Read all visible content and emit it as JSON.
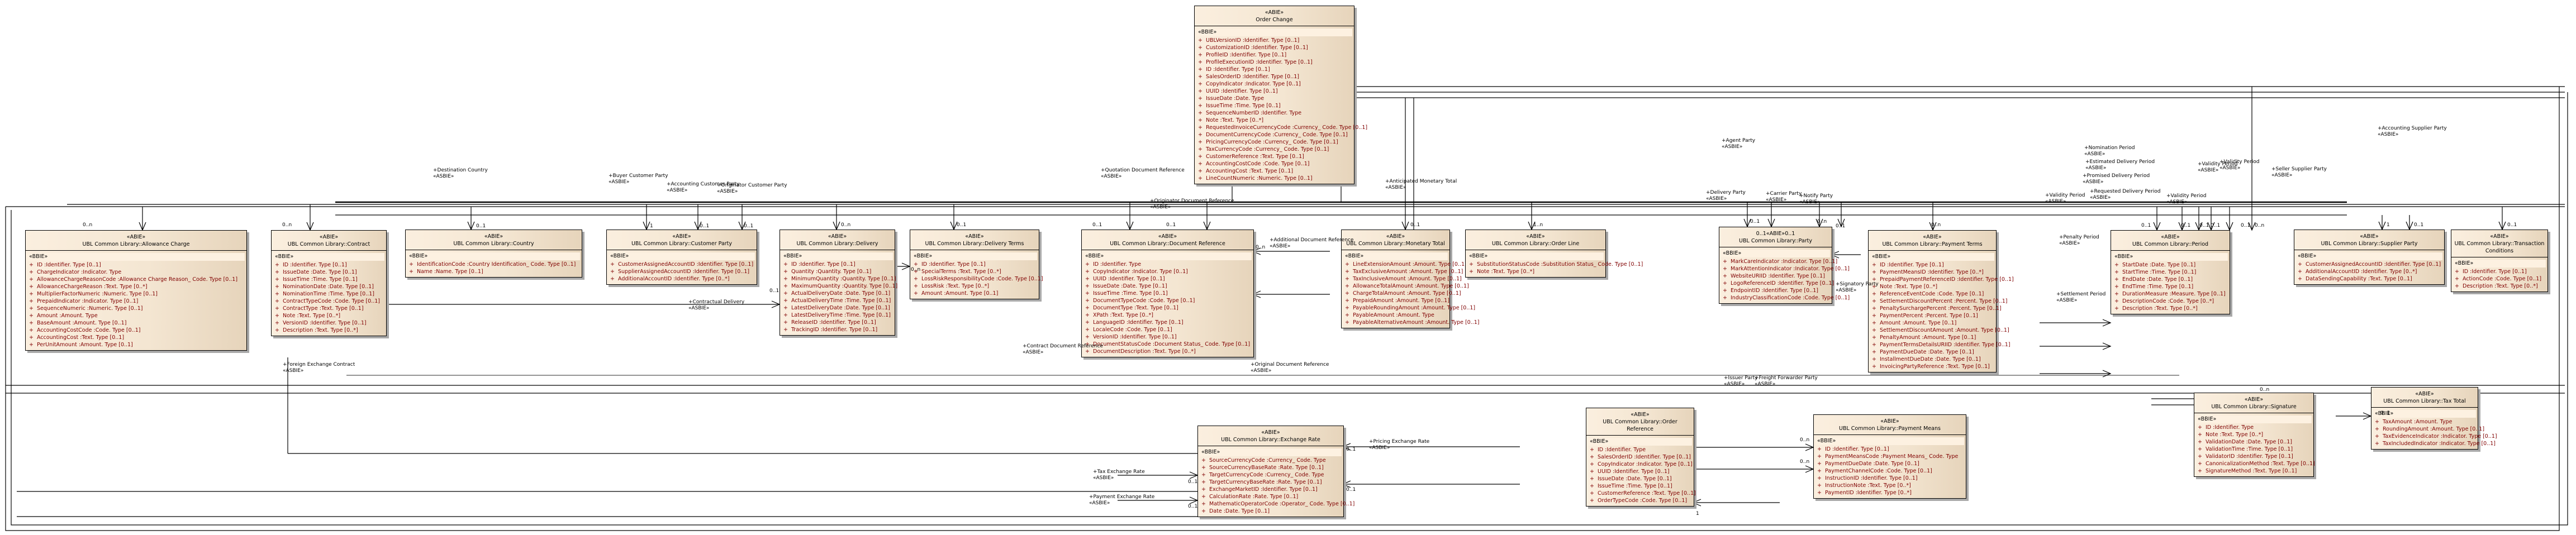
{
  "diagram": {
    "classes": [
      {
        "id": "order-change",
        "stereotype": "«ABIE»",
        "name": "Order Change",
        "attr_stereotype": "«BBIE»",
        "attributes": [
          "UBLVersionID :Identifier. Type [0..1]",
          "CustomizationID :Identifier. Type [0..1]",
          "ProfileID :Identifier. Type [0..1]",
          "ProfileExecutionID :Identifier. Type [0..1]",
          "ID :Identifier. Type [0..1]",
          "SalesOrderID :Identifier. Type [0..1]",
          "CopyIndicator :Indicator. Type [0..1]",
          "UUID :Identifier. Type [0..1]",
          "IssueDate :Date. Type",
          "IssueTime :Time. Type [0..1]",
          "SequenceNumberID :Identifier. Type",
          "Note :Text. Type [0..*]",
          "RequestedInvoiceCurrencyCode :Currency_ Code. Type [0..1]",
          "DocumentCurrencyCode :Currency_ Code. Type [0..1]",
          "PricingCurrencyCode :Currency_ Code. Type [0..1]",
          "TaxCurrencyCode :Currency_ Code. Type [0..1]",
          "CustomerReference :Text. Type [0..1]",
          "AccountingCostCode :Code. Type [0..1]",
          "AccountingCost :Text. Type [0..1]",
          "LineCountNumeric :Numeric. Type [0..1]"
        ]
      },
      {
        "id": "allowance-charge",
        "stereotype": "«ABIE»",
        "name": "UBL Common Library::Allowance Charge",
        "attr_stereotype": "«BBIE»",
        "attributes": [
          "ID :Identifier. Type [0..1]",
          "ChargeIndicator :Indicator. Type",
          "AllowanceChargeReasonCode :Allowance Charge Reason_ Code. Type [0..1]",
          "AllowanceChargeReason :Text. Type [0..*]",
          "MultiplierFactorNumeric :Numeric. Type [0..1]",
          "PrepaidIndicator :Indicator. Type [0..1]",
          "SequenceNumeric :Numeric. Type [0..1]",
          "Amount :Amount. Type",
          "BaseAmount :Amount. Type [0..1]",
          "AccountingCostCode :Code. Type [0..1]",
          "AccountingCost :Text. Type [0..1]",
          "PerUnitAmount :Amount. Type [0..1]"
        ]
      },
      {
        "id": "contract",
        "stereotype": "«ABIE»",
        "name": "UBL Common Library::Contract",
        "attr_stereotype": "«BBIE»",
        "attributes": [
          "ID :Identifier. Type [0..1]",
          "IssueDate :Date. Type [0..1]",
          "IssueTime :Time. Type [0..1]",
          "NominationDate :Date. Type [0..1]",
          "NominationTime :Time. Type [0..1]",
          "ContractTypeCode :Code. Type [0..1]",
          "ContractType :Text. Type [0..1]",
          "Note :Text. Type [0..*]",
          "VersionID :Identifier. Type [0..1]",
          "Description :Text. Type [0..*]"
        ]
      },
      {
        "id": "country",
        "stereotype": "«ABIE»",
        "name": "UBL Common Library::Country",
        "attr_stereotype": "«BBIE»",
        "attributes": [
          "IdentificationCode :Country Identification_ Code. Type [0..1]",
          "Name :Name. Type [0..1]"
        ]
      },
      {
        "id": "customer-party",
        "stereotype": "«ABIE»",
        "name": "UBL Common Library::Customer Party",
        "attr_stereotype": "«BBIE»",
        "attributes": [
          "CustomerAssignedAccountID :Identifier. Type [0..1]",
          "SupplierAssignedAccountID :Identifier. Type [0..1]",
          "AdditionalAccountID :Identifier. Type [0..*]"
        ]
      },
      {
        "id": "delivery",
        "stereotype": "«ABIE»",
        "name": "UBL Common Library::Delivery",
        "attr_stereotype": "«BBIE»",
        "attributes": [
          "ID :Identifier. Type [0..1]",
          "Quantity :Quantity. Type [0..1]",
          "MinimumQuantity :Quantity. Type [0..1]",
          "MaximumQuantity :Quantity. Type [0..1]",
          "ActualDeliveryDate :Date. Type [0..1]",
          "ActualDeliveryTime :Time. Type [0..1]",
          "LatestDeliveryDate :Date. Type [0..1]",
          "LatestDeliveryTime :Time. Type [0..1]",
          "ReleaseID :Identifier. Type [0..1]",
          "TrackingID :Identifier. Type [0..1]"
        ]
      },
      {
        "id": "delivery-terms",
        "stereotype": "«ABIE»",
        "name": "UBL Common Library::Delivery Terms",
        "attr_stereotype": "«BBIE»",
        "attributes": [
          "ID :Identifier. Type [0..1]",
          "SpecialTerms :Text. Type [0..*]",
          "LossRiskResponsibilityCode :Code. Type [0..1]",
          "LossRisk :Text. Type [0..*]",
          "Amount :Amount. Type [0..1]"
        ]
      },
      {
        "id": "document-reference",
        "stereotype": "«ABIE»",
        "name": "UBL Common Library::Document Reference",
        "attr_stereotype": "«BBIE»",
        "attributes": [
          "ID :Identifier. Type",
          "CopyIndicator :Indicator. Type [0..1]",
          "UUID :Identifier. Type [0..1]",
          "IssueDate :Date. Type [0..1]",
          "IssueTime :Time. Type [0..1]",
          "DocumentTypeCode :Code. Type [0..1]",
          "DocumentType :Text. Type [0..1]",
          "XPath :Text. Type [0..*]",
          "LanguageID :Identifier. Type [0..1]",
          "LocaleCode :Code. Type [0..1]",
          "VersionID :Identifier. Type [0..1]",
          "DocumentStatusCode :Document Status_ Code. Type [0..1]",
          "DocumentDescription :Text. Type [0..*]"
        ]
      },
      {
        "id": "monetary-total",
        "stereotype": "«ABIE»",
        "name": "UBL Common Library::Monetary Total",
        "attr_stereotype": "«BBIE»",
        "attributes": [
          "LineExtensionAmount :Amount. Type [0..1]",
          "TaxExclusiveAmount :Amount. Type [0..1]",
          "TaxInclusiveAmount :Amount. Type [0..1]",
          "AllowanceTotalAmount :Amount. Type [0..1]",
          "ChargeTotalAmount :Amount. Type [0..1]",
          "PrepaidAmount :Amount. Type [0..1]",
          "PayableRoundingAmount :Amount. Type [0..1]",
          "PayableAmount :Amount. Type",
          "PayableAlternativeAmount :Amount. Type [0..1]"
        ]
      },
      {
        "id": "order-line",
        "stereotype": "«ABIE»",
        "name": "UBL Common Library::Order Line",
        "attr_stereotype": "«BBIE»",
        "attributes": [
          "SubstitutionStatusCode :Substitution Status_ Code. Type [0..1]",
          "Note :Text. Type [0..*]"
        ]
      },
      {
        "id": "party",
        "stereotype": "0..1«ABIE»0..1",
        "name": "UBL Common Library::Party",
        "attr_stereotype": "«BBIE»",
        "attributes": [
          "MarkCareIndicator :Indicator. Type [0..1]",
          "MarkAttentionIndicator :Indicator. Type [0..1]",
          "WebsiteURIID :Identifier. Type [0..1]",
          "LogoReferenceID :Identifier. Type [0..1]",
          "EndpointID :Identifier. Type [0..1]",
          "IndustryClassificationCode :Code. Type [0..1]"
        ]
      },
      {
        "id": "payment-terms",
        "stereotype": "«ABIE»",
        "name": "UBL Common Library::Payment Terms",
        "attr_stereotype": "«BBIE»",
        "attributes": [
          "ID :Identifier. Type [0..1]",
          "PaymentMeansID :Identifier. Type [0..*]",
          "PrepaidPaymentReferenceID :Identifier. Type [0..1]",
          "Note :Text. Type [0..*]",
          "ReferenceEventCode :Code. Type [0..1]",
          "SettlementDiscountPercent :Percent. Type [0..1]",
          "PenaltySurchargePercent :Percent. Type [0..1]",
          "PaymentPercent :Percent. Type [0..1]",
          "Amount :Amount. Type [0..1]",
          "SettlementDiscountAmount :Amount. Type [0..1]",
          "PenaltyAmount :Amount. Type [0..1]",
          "PaymentTermsDetailsURIID :Identifier. Type [0..1]",
          "PaymentDueDate :Date. Type [0..1]",
          "InstallmentDueDate :Date. Type [0..1]",
          "InvoicingPartyReference :Text. Type [0..1]"
        ]
      },
      {
        "id": "period",
        "stereotype": "«ABIE»",
        "name": "UBL Common Library::Period",
        "attr_stereotype": "«BBIE»",
        "attributes": [
          "StartDate :Date. Type [0..1]",
          "StartTime :Time. Type [0..1]",
          "EndDate :Date. Type [0..1]",
          "EndTime :Time. Type [0..1]",
          "DurationMeasure :Measure. Type [0..1]",
          "DescriptionCode :Code. Type [0..*]",
          "Description :Text. Type [0..*]"
        ]
      },
      {
        "id": "supplier-party",
        "stereotype": "«ABIE»",
        "name": "UBL Common Library::Supplier Party",
        "attr_stereotype": "«BBIE»",
        "attributes": [
          "CustomerAssignedAccountID :Identifier. Type [0..1]",
          "AdditionalAccountID :Identifier. Type [0..*]",
          "DataSendingCapability :Text. Type [0..1]"
        ]
      },
      {
        "id": "transaction-conditions",
        "stereotype": "«ABIE»",
        "name": "UBL Common Library::Transaction Conditions",
        "attr_stereotype": "«BBIE»",
        "attributes": [
          "ID :Identifier. Type [0..1]",
          "ActionCode :Code. Type [0..1]",
          "Description :Text. Type [0..*]"
        ]
      },
      {
        "id": "exchange-rate",
        "stereotype": "«ABIE»",
        "name": "UBL Common Library::Exchange Rate",
        "attr_stereotype": "«BBIE»",
        "attributes": [
          "SourceCurrencyCode :Currency_ Code. Type",
          "SourceCurrencyBaseRate :Rate. Type [0..1]",
          "TargetCurrencyCode :Currency_ Code. Type",
          "TargetCurrencyBaseRate :Rate. Type [0..1]",
          "ExchangeMarketID :Identifier. Type [0..1]",
          "CalculationRate :Rate. Type [0..1]",
          "MathematicOperatorCode :Operator_ Code. Type [0..1]",
          "Date :Date. Type [0..1]"
        ]
      },
      {
        "id": "order-reference",
        "stereotype": "«ABIE»",
        "name": "UBL Common Library::Order Reference",
        "attr_stereotype": "«BBIE»",
        "attributes": [
          "ID :Identifier. Type",
          "SalesOrderID :Identifier. Type [0..1]",
          "CopyIndicator :Indicator. Type [0..1]",
          "UUID :Identifier. Type [0..1]",
          "IssueDate :Date. Type [0..1]",
          "IssueTime :Time. Type [0..1]",
          "CustomerReference :Text. Type [0..1]",
          "OrderTypeCode :Code. Type [0..1]"
        ]
      },
      {
        "id": "payment-means",
        "stereotype": "«ABIE»",
        "name": "UBL Common Library::Payment Means",
        "attr_stereotype": "«BBIE»",
        "attributes": [
          "ID :Identifier. Type [0..1]",
          "PaymentMeansCode :Payment Means_ Code. Type",
          "PaymentDueDate :Date. Type [0..1]",
          "PaymentChannelCode :Code. Type [0..1]",
          "InstructionID :Identifier. Type [0..1]",
          "InstructionNote :Text. Type [0..*]",
          "PaymentID :Identifier. Type [0..*]"
        ]
      },
      {
        "id": "signature",
        "stereotype": "«ABIE»",
        "name": "UBL Common Library::Signature",
        "attr_stereotype": "«BBIE»",
        "attributes": [
          "ID :Identifier. Type",
          "Note :Text. Type [0..*]",
          "ValidationDate :Date. Type [0..1]",
          "ValidationTime :Time. Type [0..1]",
          "ValidatorID :Identifier. Type [0..1]",
          "CanonicalizationMethod :Text. Type [0..1]",
          "SignatureMethod :Text. Type [0..1]"
        ]
      },
      {
        "id": "tax-total",
        "stereotype": "«ABIE»",
        "name": "UBL Common Library::Tax Total",
        "attr_stereotype": "«BBIE»",
        "attributes": [
          "TaxAmount :Amount. Type",
          "RoundingAmount :Amount. Type [0..1]",
          "TaxEvidenceIndicator :Indicator. Type [0..1]",
          "TaxIncludedIndicator :Indicator. Type [0..1]"
        ]
      }
    ],
    "association_labels": [
      {
        "id": "destination-country",
        "text": "+Destination Country"
      },
      {
        "id": "buyer-customer-party",
        "text": "+Buyer Customer Party"
      },
      {
        "id": "accounting-customer-party",
        "text": "+Accounting Customer Party"
      },
      {
        "id": "originator-customer-party",
        "text": "+Originator Customer Party"
      },
      {
        "id": "quotation-document-reference",
        "text": "+Quotation Document Reference"
      },
      {
        "id": "originator-document-reference",
        "text": "+Originator Document Reference"
      },
      {
        "id": "anticipated-monetary-total",
        "text": "+Anticipated Monetary Total"
      },
      {
        "id": "additional-document-reference",
        "text": "+Additional Document Reference"
      },
      {
        "id": "contractual-delivery",
        "text": "+Contractual Delivery"
      },
      {
        "id": "contract-document-reference",
        "text": "+Contract Document Reference"
      },
      {
        "id": "original-document-reference",
        "text": "+Original Document Reference"
      },
      {
        "id": "foreign-exchange-contract",
        "text": "+Foreign Exchange Contract"
      },
      {
        "id": "tax-exchange-rate",
        "text": "+Tax Exchange Rate"
      },
      {
        "id": "payment-exchange-rate",
        "text": "+Payment Exchange Rate"
      },
      {
        "id": "pricing-exchange-rate",
        "text": "+Pricing Exchange Rate"
      },
      {
        "id": "delivery-party",
        "text": "+Delivery Party"
      },
      {
        "id": "carrier-party",
        "text": "+Carrier Party"
      },
      {
        "id": "notify-party",
        "text": "+Notify Party"
      },
      {
        "id": "agent-party",
        "text": "+Agent Party"
      },
      {
        "id": "signatory-party",
        "text": "+Signatory Party"
      },
      {
        "id": "issuer-party",
        "text": "+Issuer Party"
      },
      {
        "id": "freight-forwarder-party",
        "text": "+Freight Forwarder Party"
      },
      {
        "id": "nomination-period",
        "text": "+Nomination Period"
      },
      {
        "id": "estimated-delivery-period",
        "text": "+Estimated Delivery Period"
      },
      {
        "id": "promised-delivery-period",
        "text": "+Promised Delivery Period"
      },
      {
        "id": "requested-delivery-period",
        "text": "+Requested Delivery Period"
      },
      {
        "id": "validity-period-1",
        "text": "+Validity Period"
      },
      {
        "id": "validity-period-2",
        "text": "+Validity Period"
      },
      {
        "id": "validity-period-3",
        "text": "+Validity Period"
      },
      {
        "id": "validity-period-4",
        "text": "+Validity Period"
      },
      {
        "id": "penalty-period",
        "text": "+Penalty Period"
      },
      {
        "id": "settlement-period",
        "text": "+Settlement Period"
      },
      {
        "id": "seller-supplier-party",
        "text": "+Seller Supplier Party"
      },
      {
        "id": "accounting-supplier-party",
        "text": "+Accounting Supplier Party"
      }
    ],
    "stereotype_asbie": "«ASBIE»",
    "multiplicities": {
      "m01": "0..1",
      "m0n": "0..n",
      "m1": "1",
      "m1n": "1..n"
    }
  }
}
